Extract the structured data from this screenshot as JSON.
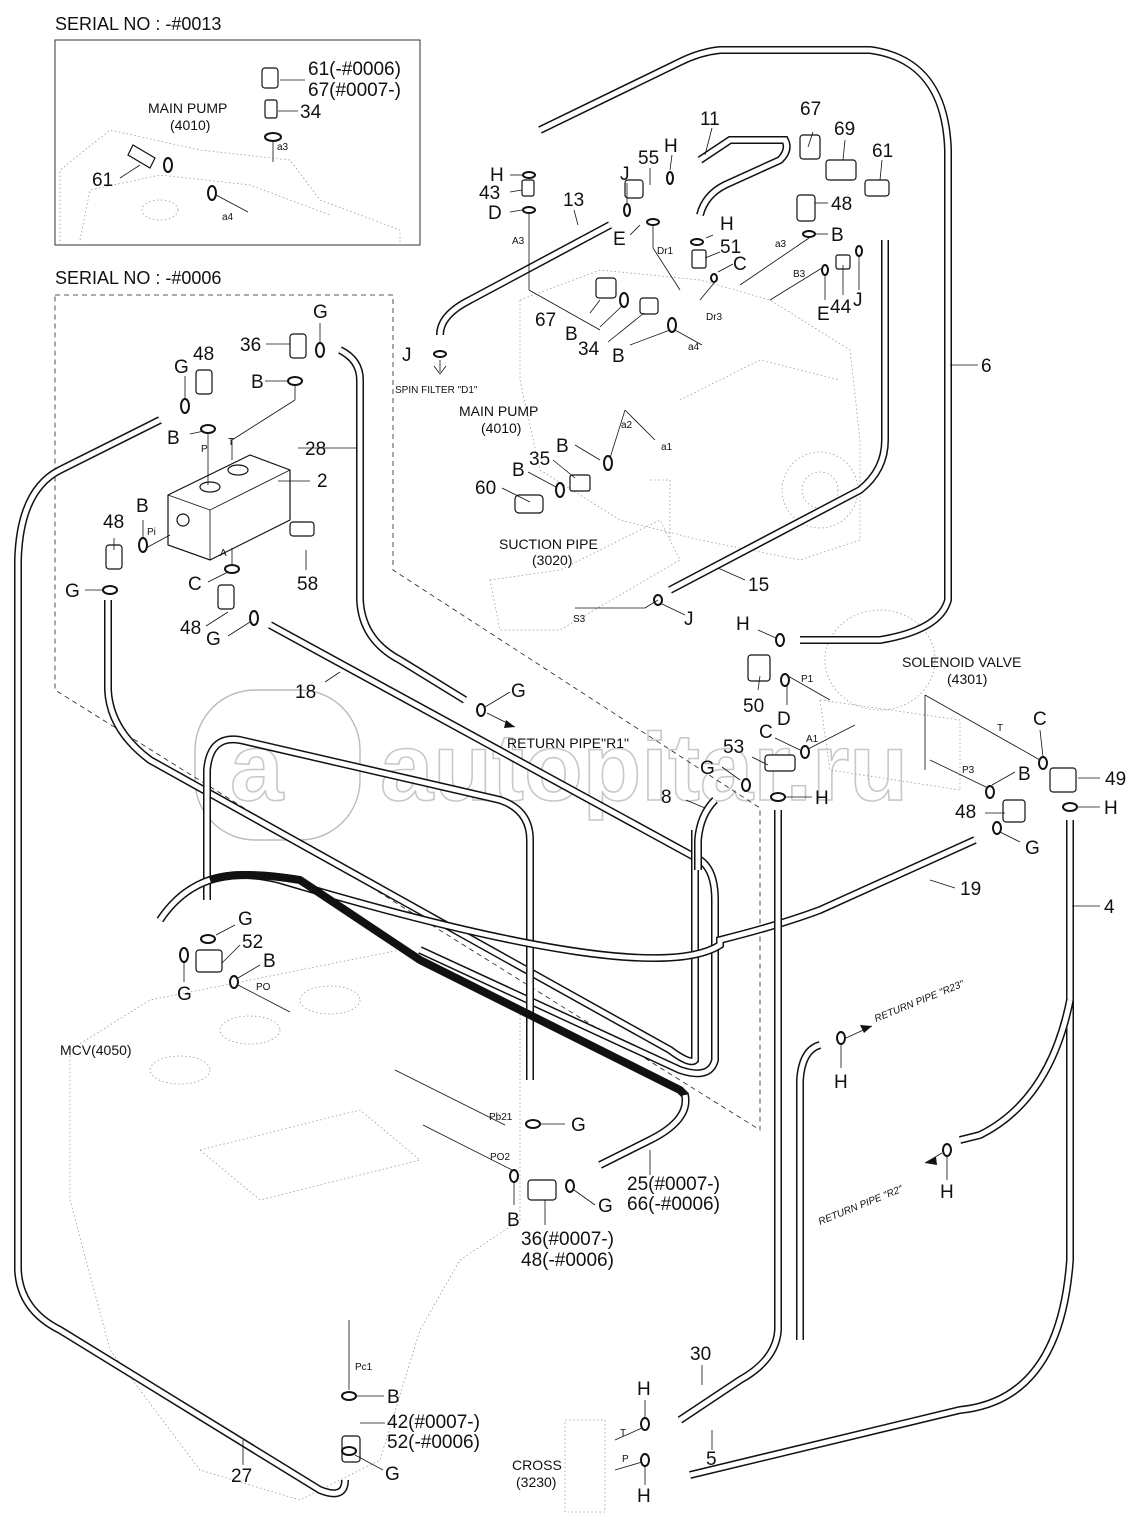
{
  "headings": {
    "inset_serial": "SERIAL NO : -#0013",
    "main_serial": "SERIAL NO : -#0006"
  },
  "components": {
    "inset_main_pump": "MAIN PUMP",
    "inset_main_pump_code": "(4010)",
    "main_pump": "MAIN PUMP",
    "main_pump_code": "(4010)",
    "spin_filter": "SPIN FILTER \"D1\"",
    "suction_pipe": "SUCTION PIPE",
    "suction_pipe_code": "(3020)",
    "solenoid_valve": "SOLENOID VALVE",
    "solenoid_valve_code": "(4301)",
    "mcv": "MCV(4050)",
    "cross": "CROSS",
    "cross_code": "(3230)",
    "return_r1": "RETURN PIPE\"R1\"",
    "return_r23": "RETURN PIPE \"R23\"",
    "return_r2": "RETURN PIPE \"R2\""
  },
  "inset_callouts": {
    "p61a": "61(-#0006)",
    "p67a": "67(#0007-)",
    "p34": "34",
    "p61": "61",
    "a3": "a3",
    "a4": "a4"
  },
  "callouts": {
    "p11": "11",
    "p55": "55",
    "pH1": "H",
    "pJ1": "J",
    "pH2": "H",
    "p43": "43",
    "pD1": "D",
    "p13": "13",
    "pE1": "E",
    "pA3": "A3",
    "pDr1": "Dr1",
    "pH3": "H",
    "p51": "51",
    "pC1": "C",
    "pDr3": "Dr3",
    "p67": "67",
    "pB1": "B",
    "p34": "34",
    "pB2": "B",
    "pa4": "a4",
    "pJ2": "J",
    "p67b": "67",
    "p69": "69",
    "p61": "61",
    "p48a": "48",
    "pB3": "B",
    "pa3": "a3",
    "pB3port": "B3",
    "pE2": "E",
    "p44": "44",
    "pJ3": "J",
    "p6": "6",
    "pa2": "a2",
    "pa1": "a1",
    "pB4": "B",
    "p35": "35",
    "pB5": "B",
    "p60": "60",
    "p15": "15",
    "pS3": "S3",
    "pJ4": "J",
    "pG1": "G",
    "p36": "36",
    "pB6": "B",
    "p48b": "48",
    "pG2": "G",
    "pB7": "B",
    "pP": "P",
    "pT": "T",
    "p28": "28",
    "p2": "2",
    "pB8": "B",
    "pPi": "Pi",
    "p48c": "48",
    "pA": "A",
    "pC2": "C",
    "p58": "58",
    "pG3": "G",
    "p48d": "48",
    "pG4": "G",
    "p18": "18",
    "pG5": "G",
    "pH4": "H",
    "p50": "50",
    "pP1": "P1",
    "pD2": "D",
    "pC3": "C",
    "pA1": "A1",
    "p53": "53",
    "pG6": "G",
    "pH5": "H",
    "p8": "8",
    "pT2": "T",
    "pC4": "C",
    "p49": "49",
    "pP3": "P3",
    "pB9": "B",
    "p48e": "48",
    "pH6": "H",
    "pG7": "G",
    "p19": "19",
    "p4": "4",
    "pG8": "G",
    "p52": "52",
    "pB10": "B",
    "pG9": "G",
    "pPO": "PO",
    "pPb21": "Pb21",
    "pG10": "G",
    "pPO2": "PO2",
    "pB11": "B",
    "pG11": "G",
    "p25": "25(#0007-)",
    "p66": "66(-#0006)",
    "p36b": "36(#0007-)",
    "p48f": "48(-#0006)",
    "pH7": "H",
    "pH8": "H",
    "pPc1": "Pc1",
    "pB12": "B",
    "p42": "42(#0007-)",
    "p52b": "52(-#0006)",
    "pG12": "G",
    "p27": "27",
    "p30": "30",
    "pH9": "H",
    "pT3": "T",
    "pP4": "P",
    "p5": "5",
    "pH10": "H"
  },
  "watermark": {
    "text": "autopitar.ru"
  }
}
